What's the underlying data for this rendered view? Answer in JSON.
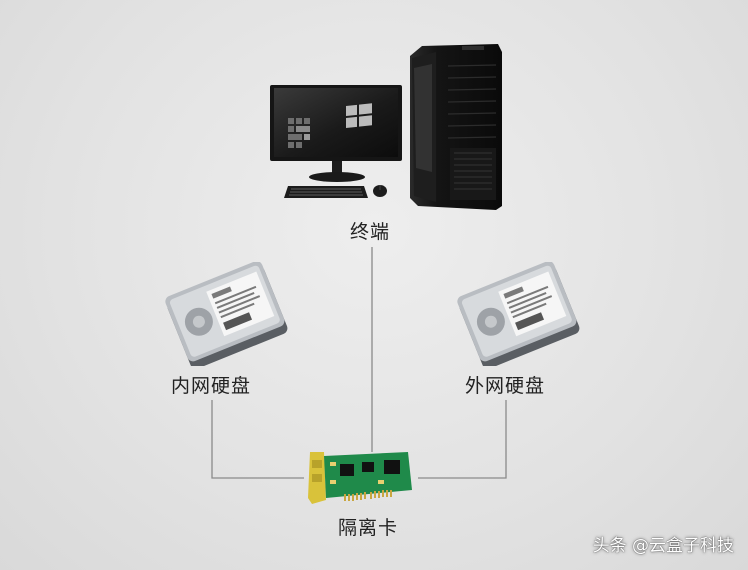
{
  "nodes": {
    "terminal": {
      "label": "终端"
    },
    "internal_disk": {
      "label": "内网硬盘"
    },
    "external_disk": {
      "label": "外网硬盘"
    },
    "isolation_card": {
      "label": "隔离卡"
    }
  },
  "watermark": "头条 @云盒子科技",
  "colors": {
    "background": "#e3e3e3",
    "connector": "#8a8a8a",
    "pcb": "#1f8a4a",
    "card_bracket": "#d9c23a"
  },
  "icons": [
    "monitor-icon",
    "keyboard-icon",
    "mouse-icon",
    "pc-tower-icon",
    "hard-disk-icon",
    "pci-card-icon"
  ]
}
